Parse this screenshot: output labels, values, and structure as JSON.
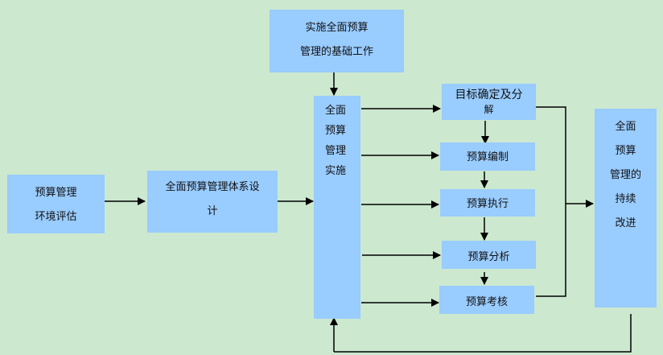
{
  "colors": {
    "background": "#cce8cf",
    "box_fill": "#99ccff",
    "line": "#000000"
  },
  "nodes": {
    "foundation": {
      "lines": [
        "实施全面预算",
        "管理的基础工作"
      ]
    },
    "environment": {
      "lines": [
        "预算管理",
        "环境评估"
      ]
    },
    "system_design": {
      "lines": [
        "全面预算管理体系设",
        "计"
      ]
    },
    "implementation": {
      "lines": [
        "全面",
        "预算",
        "管理",
        "实施"
      ]
    },
    "goal": {
      "lines": [
        "目标确定及分",
        "解"
      ]
    },
    "compile": {
      "lines": [
        "预算编制"
      ]
    },
    "execute": {
      "lines": [
        "预算执行"
      ]
    },
    "analyze": {
      "lines": [
        "预算分析"
      ]
    },
    "assess": {
      "lines": [
        "预算考核"
      ]
    },
    "improve": {
      "lines": [
        "全面",
        "预算",
        "管理的",
        "持续",
        "改进"
      ]
    }
  },
  "paragraph_mark": "↵"
}
